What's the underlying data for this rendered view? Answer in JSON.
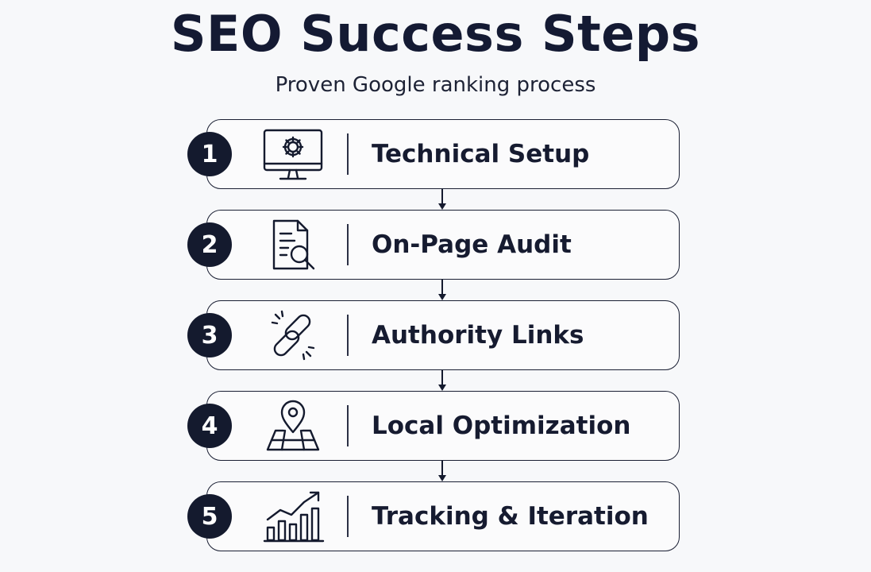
{
  "title": "SEO Success Steps",
  "subtitle": "Proven Google ranking process",
  "steps": [
    {
      "number": "1",
      "label": "Technical Setup",
      "icon": "monitor-gear-icon"
    },
    {
      "number": "2",
      "label": "On-Page Audit",
      "icon": "document-search-icon"
    },
    {
      "number": "3",
      "label": "Authority Links",
      "icon": "chain-link-icon"
    },
    {
      "number": "4",
      "label": "Local Optimization",
      "icon": "map-pin-icon"
    },
    {
      "number": "5",
      "label": "Tracking & Iteration",
      "icon": "growth-chart-icon"
    }
  ],
  "colors": {
    "ink": "#141a2e",
    "background": "#f7f8fa",
    "card_border": "#1a1f33"
  }
}
